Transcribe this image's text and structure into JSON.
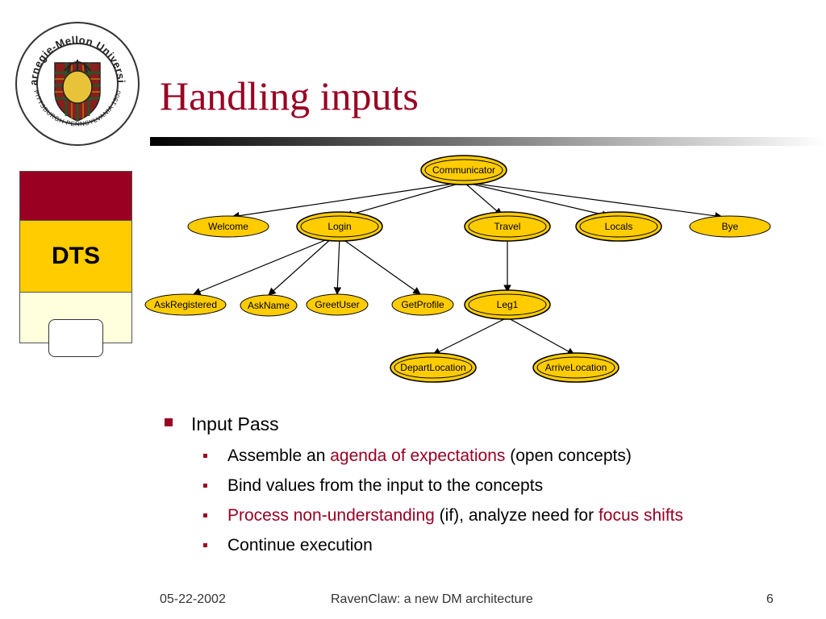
{
  "slide": {
    "title": "Handling inputs",
    "logo": {
      "top_text": "Carnegie-Mellon University",
      "bottom_text": "PITTSBURGH PENNSYLVANIA 1900"
    },
    "dts_label": "DTS"
  },
  "tree": {
    "nodes": {
      "communicator": "Communicator",
      "welcome": "Welcome",
      "login": "Login",
      "travel": "Travel",
      "locals": "Locals",
      "bye": "Bye",
      "askregistered": "AskRegistered",
      "askname": "AskName",
      "greetuser": "GreetUser",
      "getprofile": "GetProfile",
      "leg1": "Leg1",
      "departlocation": "DepartLocation",
      "arrivelocation": "ArriveLocation"
    }
  },
  "bullets": {
    "main": "Input Pass",
    "sub": [
      {
        "pre": "Assemble an ",
        "hl1": "agenda of expectations",
        "mid": " (open concepts)",
        "hl2": ""
      },
      {
        "pre": "Bind values from the input to the concepts",
        "hl1": "",
        "mid": "",
        "hl2": ""
      },
      {
        "pre": "",
        "hl1": "Process non-understanding",
        "mid": " (if), analyze need for ",
        "hl2": "focus shifts"
      },
      {
        "pre": "Continue execution",
        "hl1": "",
        "mid": "",
        "hl2": ""
      }
    ]
  },
  "footer": {
    "date": "05-22-2002",
    "center": "RavenClaw: a new DM architecture",
    "page": "6"
  },
  "colors": {
    "accent": "#990022",
    "node_fill": "#ffcc00",
    "dts_mid": "#ffcc00",
    "dts_bottom": "#ffffdd"
  }
}
